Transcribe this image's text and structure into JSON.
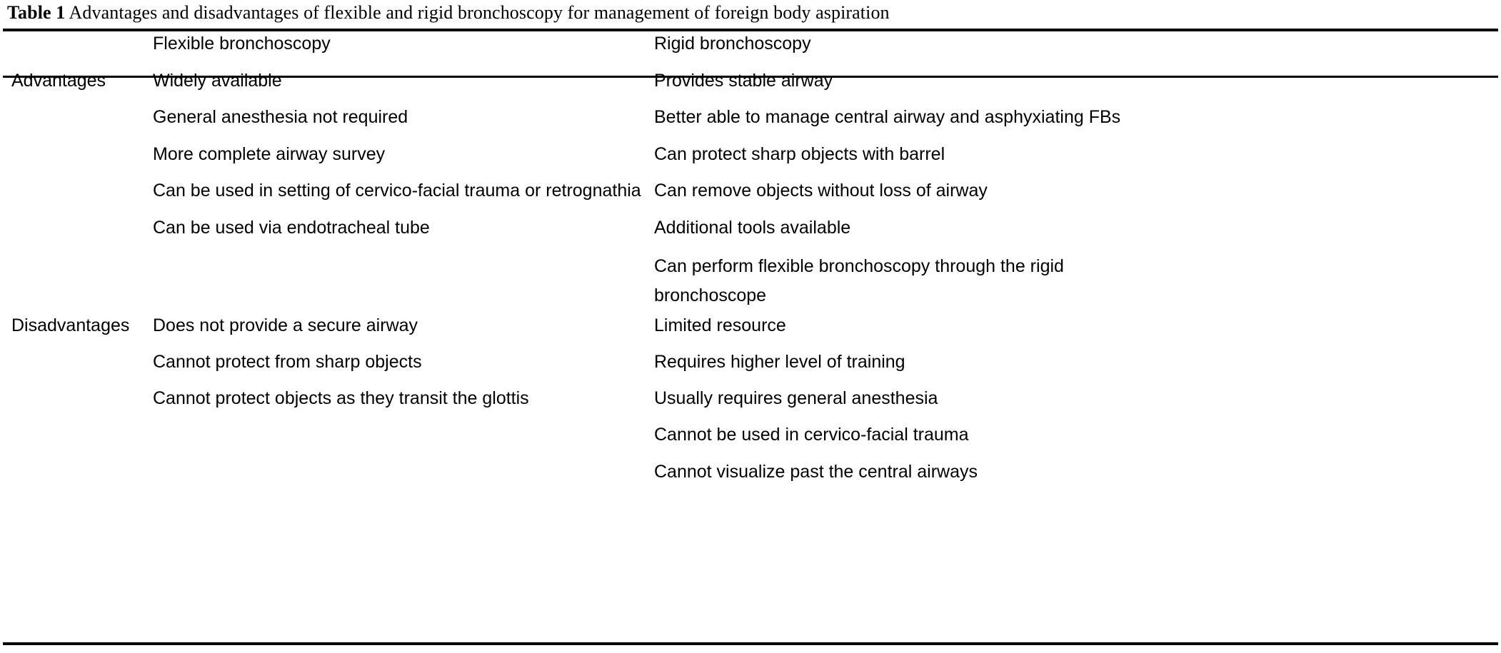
{
  "caption": {
    "label": "Table 1",
    "text": " Advantages and disadvantages of flexible and rigid bronchoscopy for management of foreign body aspiration"
  },
  "table": {
    "columns": [
      {
        "key": "category",
        "header": ""
      },
      {
        "key": "flexible",
        "header": "Flexible bronchoscopy"
      },
      {
        "key": "rigid",
        "header": "Rigid bronchoscopy"
      }
    ],
    "sections": [
      {
        "label": "Advantages",
        "flexible": [
          "Widely available",
          "General anesthesia not required",
          "More complete airway survey",
          "Can be used in setting of cervico-facial trauma or retrognathia",
          "Can be used via endotracheal tube",
          ""
        ],
        "rigid": [
          "Provides stable airway",
          "Better able to manage central airway and asphyxiating FBs",
          "Can protect sharp objects with barrel",
          "Can remove objects without loss of airway",
          "Additional tools available",
          "Can perform flexible bronchoscopy through the rigid bronchoscope"
        ]
      },
      {
        "label": "Disadvantages",
        "flexible": [
          "Does not provide a secure airway",
          "Cannot protect from sharp objects",
          "Cannot protect objects as they transit the glottis",
          "",
          ""
        ],
        "rigid": [
          "Limited resource",
          "Requires higher level of training",
          "Usually requires general anesthesia",
          "Cannot be used in cervico-facial trauma",
          "Cannot visualize past the central airways"
        ]
      }
    ]
  },
  "colors": {
    "text": "#000000",
    "rule": "#000000",
    "background": "#ffffff"
  }
}
